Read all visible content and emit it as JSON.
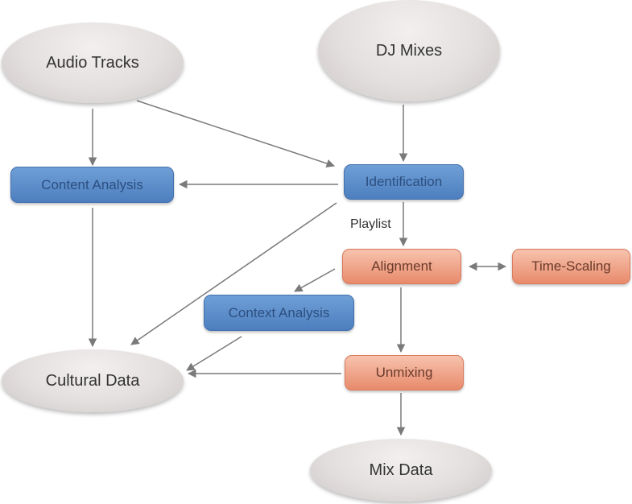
{
  "nodes": {
    "audio_tracks": "Audio Tracks",
    "dj_mixes": "DJ Mixes",
    "content_analysis": "Content Analysis",
    "identification": "Identification",
    "alignment": "Alignment",
    "time_scaling": "Time-Scaling",
    "context_analysis": "Context Analysis",
    "unmixing": "Unmixing",
    "cultural_data": "Cultural Data",
    "mix_data": "Mix Data"
  },
  "edge_labels": {
    "identification_to_alignment": "Playlist"
  },
  "colors": {
    "arrow": "#7a7a7a",
    "blue_node": "#5b8ac8",
    "orange_node": "#ef9f80",
    "ellipse_node": "#e3dfde"
  }
}
